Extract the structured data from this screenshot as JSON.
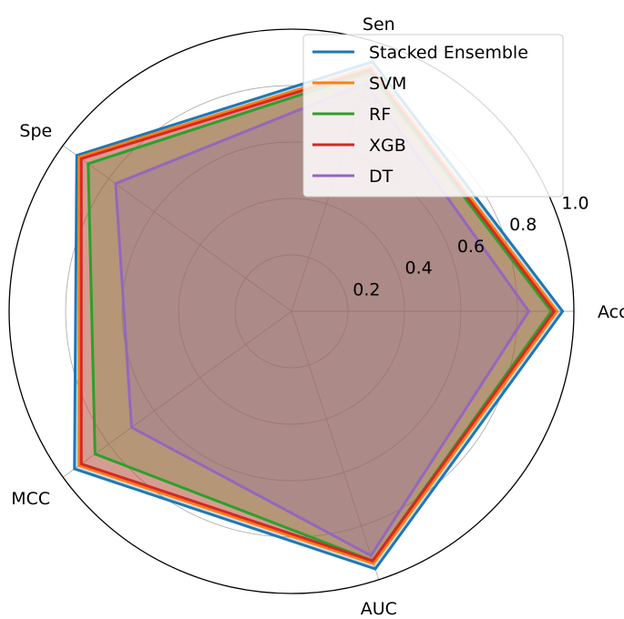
{
  "chart_data": {
    "type": "radar",
    "axes": [
      "Acc",
      "Sen",
      "Spe",
      "MCC",
      "AUC"
    ],
    "rlim": [
      0,
      1.0
    ],
    "rticks": [
      0.2,
      0.4,
      0.6,
      0.8,
      1.0
    ],
    "rtick_labels": [
      "0.2",
      "0.4",
      "0.6",
      "0.8",
      "1.0"
    ],
    "grid": true,
    "legend_position": "top-right",
    "series": [
      {
        "name": "Stacked Ensemble",
        "color": "#1f77b4",
        "values": [
          0.96,
          0.93,
          0.94,
          0.95,
          0.96
        ]
      },
      {
        "name": "SVM",
        "color": "#ff7f0e",
        "values": [
          0.94,
          0.91,
          0.93,
          0.93,
          0.94
        ]
      },
      {
        "name": "RF",
        "color": "#2ca02c",
        "values": [
          0.92,
          0.89,
          0.89,
          0.86,
          0.93
        ]
      },
      {
        "name": "XGB",
        "color": "#d62728",
        "values": [
          0.93,
          0.9,
          0.92,
          0.92,
          0.93
        ]
      },
      {
        "name": "DT",
        "color": "#9467bd",
        "values": [
          0.84,
          0.85,
          0.77,
          0.7,
          0.91
        ]
      }
    ]
  }
}
